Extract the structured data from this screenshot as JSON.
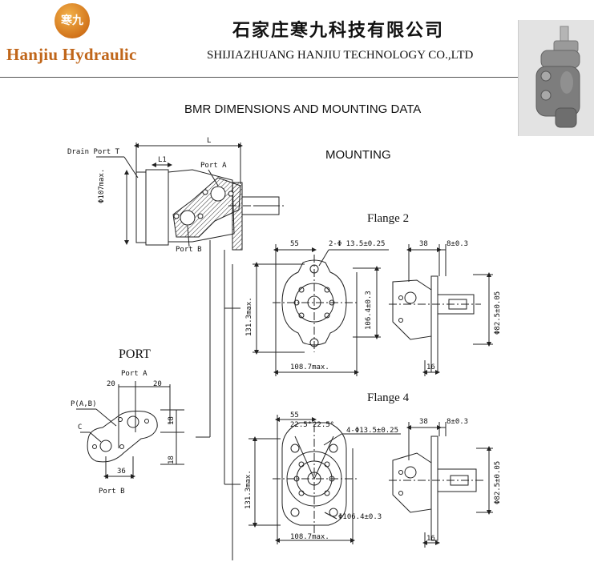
{
  "header": {
    "logo_text": "寒九",
    "brand": "Hanjiu Hydraulic",
    "company_cn": "石家庄寒九科技有限公司",
    "company_en": "SHIJIAZHUANG HANJIU TECHNOLOGY CO.,LTD"
  },
  "document": {
    "title": "BMR DIMENSIONS AND  MOUNTING DATA",
    "mounting_heading": "MOUNTING"
  },
  "side_view": {
    "labels": {
      "drain_port": "Drain Port T",
      "length": "L",
      "l1": "L1",
      "port_a": "Port A",
      "port_b": "Port B",
      "diameter": "Φ107max."
    }
  },
  "port_detail": {
    "title": "PORT",
    "port_a": "Port A",
    "port_b": "Port B",
    "p_label": "P(A,B)",
    "c_label": "C",
    "dims": {
      "left20": "20",
      "right20": "20",
      "v18_top": "18",
      "v18_bottom": "18",
      "h36": "36"
    }
  },
  "flange2": {
    "title": "Flange  2",
    "dims": {
      "w55": "55",
      "holes": "2-Φ 13.5±0.25",
      "h131": "131.3max.",
      "d106": "106.4±0.3",
      "w108": "108.7max.",
      "w38": "38",
      "w8": "8±0.3",
      "d82": "Φ82.5±0.05",
      "w16": "16"
    }
  },
  "flange4": {
    "title": "Flange  4",
    "dims": {
      "w55": "55",
      "a1": "22.5°",
      "a2": "22.5°",
      "holes": "4-Φ13.5±0.25",
      "h131": "131.3max.",
      "d106": "Φ106.4±0.3",
      "w108": "108.7max.",
      "w38": "38",
      "w8": "8±0.3",
      "d82": "Φ82.5±0.05",
      "w16": "16"
    }
  },
  "colors": {
    "brand": "#c0661a",
    "line": "#222222"
  }
}
